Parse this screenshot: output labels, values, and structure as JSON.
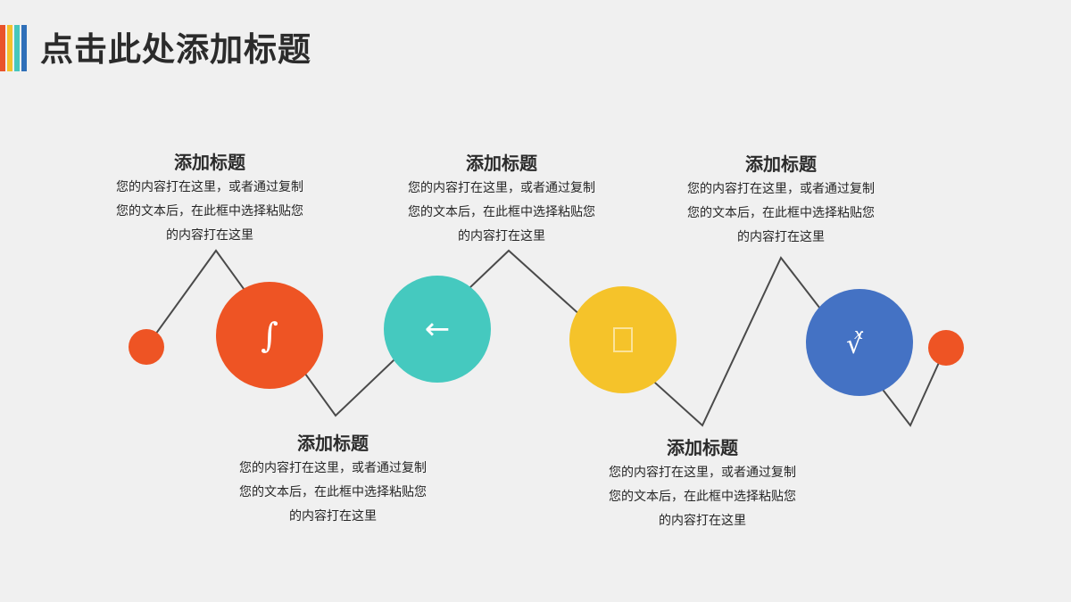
{
  "header": {
    "title": "点击此处添加标题",
    "accent_bars": [
      "#e9532a",
      "#f4c22b",
      "#46c7bd",
      "#2f6fb8"
    ]
  },
  "timeline": {
    "line_color": "#4a4a4a",
    "end_dots": [
      {
        "color": "#ee5424"
      },
      {
        "color": "#ee5424"
      }
    ],
    "nodes": [
      {
        "color": "#ee5424",
        "icon": "integral-icon",
        "glyph": "∫"
      },
      {
        "color": "#45c9bf",
        "icon": "left-arrow-icon",
        "glyph": "←"
      },
      {
        "color": "#f5c32a",
        "icon": "placeholder-box-icon",
        "glyph": ""
      },
      {
        "color": "#4472c4",
        "icon": "radical-x-icon",
        "glyph": "ˣ√"
      }
    ]
  },
  "blocks": [
    {
      "title": "添加标题",
      "lines": [
        "您的内容打在这里，或者通过复制",
        "您的文本后，在此框中选择粘贴您",
        "的内容打在这里"
      ]
    },
    {
      "title": "添加标题",
      "lines": [
        "您的内容打在这里，或者通过复制",
        "您的文本后，在此框中选择粘贴您",
        "的内容打在这里"
      ]
    },
    {
      "title": "添加标题",
      "lines": [
        "您的内容打在这里，或者通过复制",
        "您的文本后，在此框中选择粘贴您",
        "的内容打在这里"
      ]
    },
    {
      "title": "添加标题",
      "lines": [
        "您的内容打在这里，或者通过复制",
        "您的文本后，在此框中选择粘贴您",
        "的内容打在这里"
      ]
    },
    {
      "title": "添加标题",
      "lines": [
        "您的内容打在这里，或者通过复制",
        "您的文本后，在此框中选择粘贴您",
        "的内容打在这里"
      ]
    }
  ]
}
